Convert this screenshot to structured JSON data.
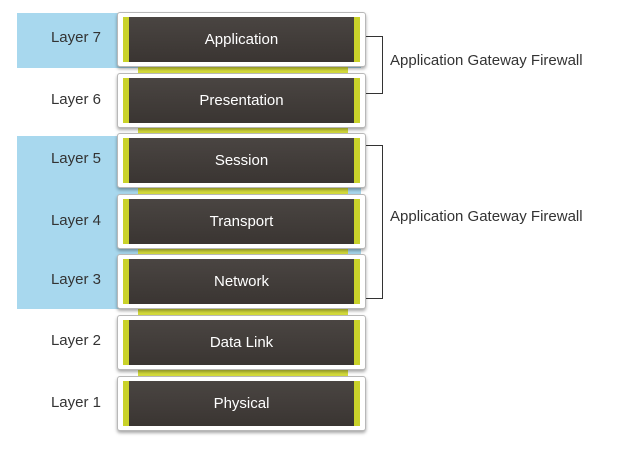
{
  "layers": [
    {
      "number": "Layer 7",
      "name": "Application"
    },
    {
      "number": "Layer 6",
      "name": "Presentation"
    },
    {
      "number": "Layer 5",
      "name": "Session"
    },
    {
      "number": "Layer 4",
      "name": "Transport"
    },
    {
      "number": "Layer 3",
      "name": "Network"
    },
    {
      "number": "Layer 2",
      "name": "Data Link"
    },
    {
      "number": "Layer 1",
      "name": "Physical"
    }
  ],
  "firewalls": [
    {
      "label": "Application Gateway Firewall",
      "spans": [
        "Layer 7",
        "Layer 6"
      ]
    },
    {
      "label": "Application Gateway Firewall",
      "spans": [
        "Layer 5",
        "Layer 4",
        "Layer 3"
      ]
    }
  ],
  "highlighted_layers": [
    "Layer 7",
    "Layer 5",
    "Layer 4",
    "Layer 3"
  ],
  "colors": {
    "highlight": "#a8d8ee",
    "block_fill": "#3f3a37",
    "accent_stripe": "#c9d22a",
    "text": "#333333"
  }
}
